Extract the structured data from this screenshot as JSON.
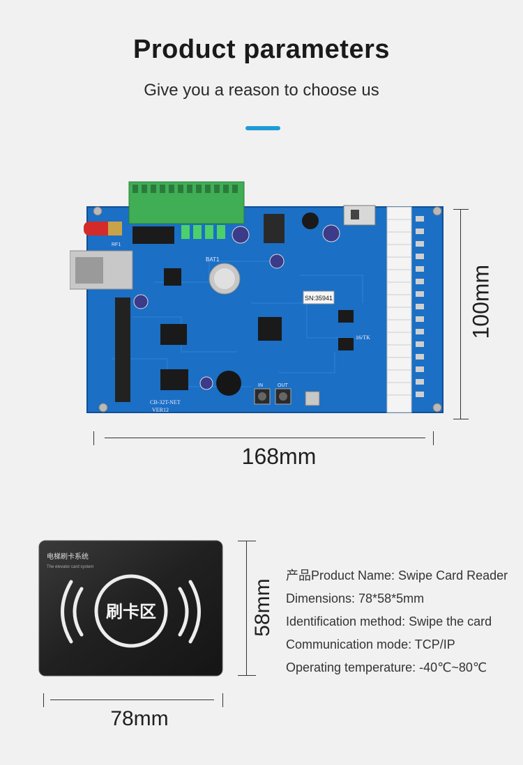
{
  "header": {
    "title": "Product parameters",
    "subtitle": "Give you a reason to choose us",
    "accent_color": "#1e9bd7"
  },
  "board": {
    "width_label": "168mm",
    "height_label": "100mm",
    "sn_label": "SN:35941",
    "model_label": "CB-32T-NET",
    "version_label": "VER12",
    "bat_label": "BAT1",
    "rf_label": "RF1",
    "channel_label": "16/TK",
    "in_label": "IN",
    "out_label": "OUT",
    "board_color": "#1b6fc4"
  },
  "card": {
    "width_label": "78mm",
    "height_label": "58mm",
    "brand_cn": "电梯刷卡系统",
    "brand_en": "The elevator card system",
    "swipe_zone": "刷卡区"
  },
  "specs": [
    "产品Product Name: Swipe Card Reader",
    "Dimensions: 78*58*5mm",
    "Identification method: Swipe the card",
    "Communication mode: TCP/IP",
    "Operating temperature: -40℃~80℃"
  ]
}
